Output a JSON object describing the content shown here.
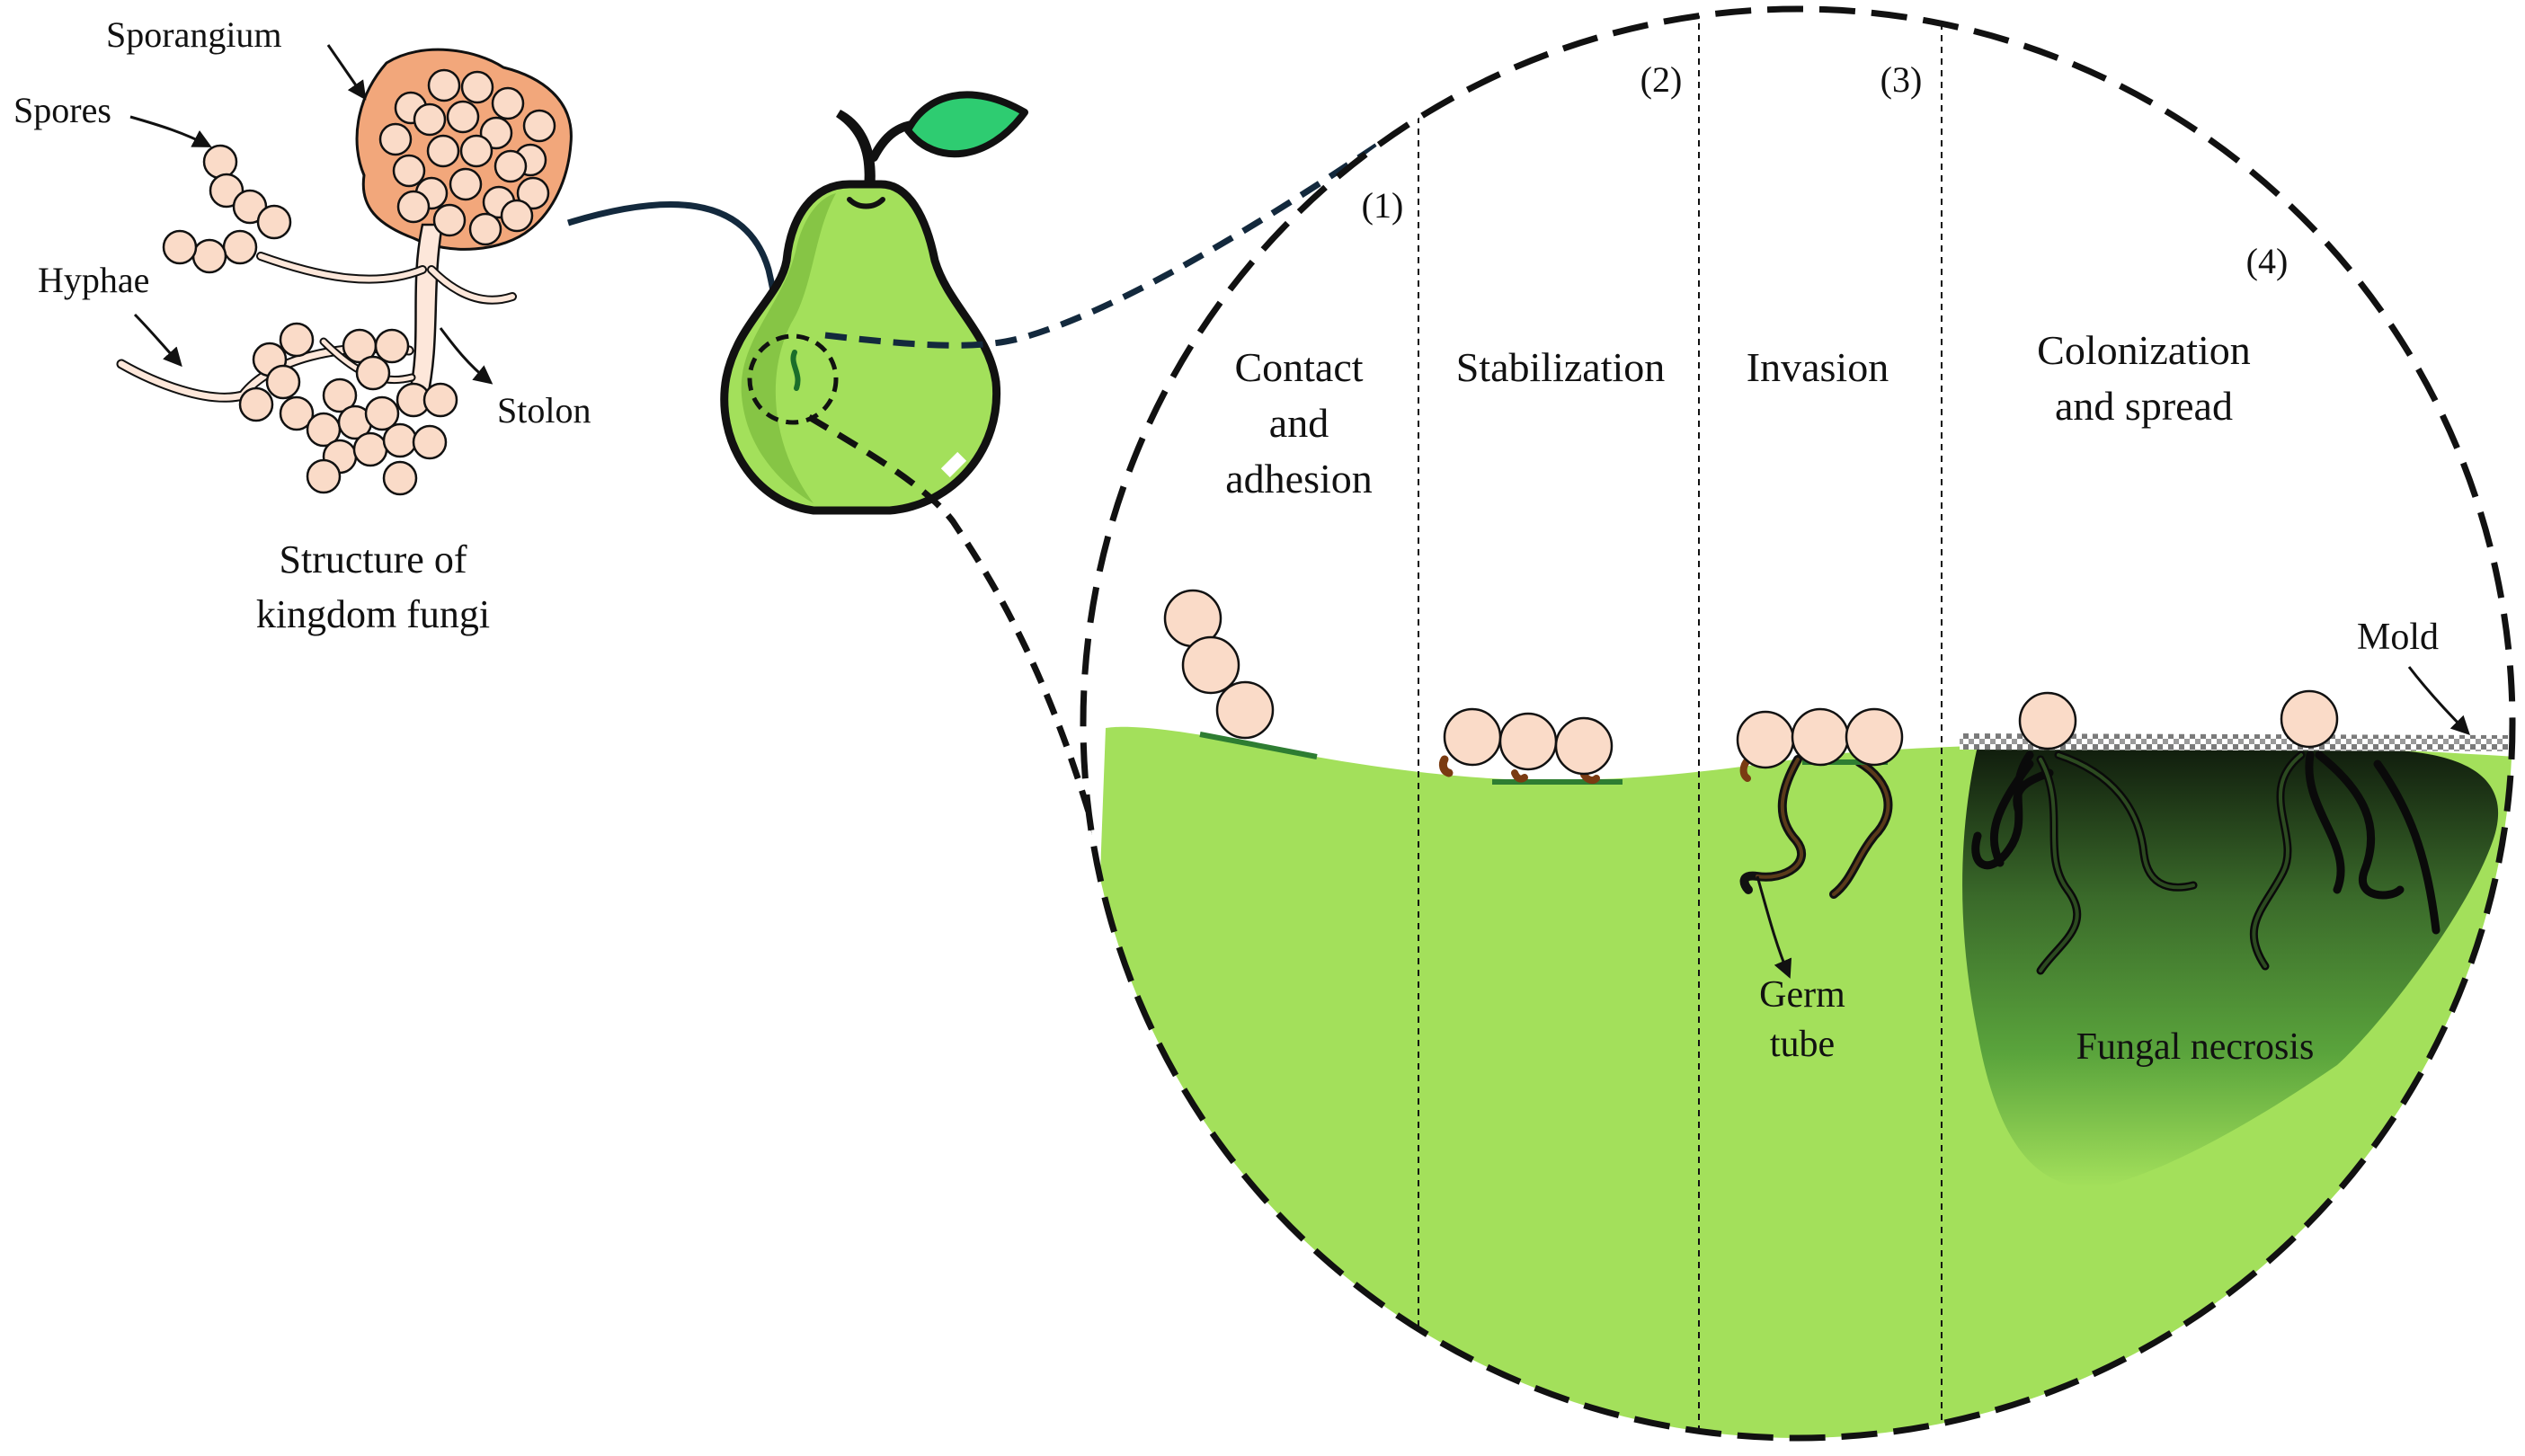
{
  "labels": {
    "sporangium": "Sporangium",
    "spores": "Spores",
    "hyphae": "Hyphae",
    "stolon": "Stolon",
    "structure_line1": "Structure of",
    "structure_line2": "kingdom fungi",
    "step1_num": "(1)",
    "step2_num": "(2)",
    "step3_num": "(3)",
    "step4_num": "(4)",
    "step1_line1": "Contact",
    "step1_line2": "and",
    "step1_line3": "adhesion",
    "step2": "Stabilization",
    "step3": "Invasion",
    "step4_line1": "Colonization",
    "step4_line2": "and spread",
    "mold": "Mold",
    "germ_line1": "Germ",
    "germ_line2": "tube",
    "necrosis": "Fungal necrosis"
  },
  "colors": {
    "pear_green": "#a3e05b",
    "pear_shadow": "#86c545",
    "leaf_green": "#2ecc71",
    "spore_fill": "#fadbc8",
    "sporangium_fill": "#f2a77b",
    "adhesion_line": "#2e7d32",
    "necrosis_dark": "#121a10",
    "outline": "#111111",
    "arrow_navy": "#13293d"
  }
}
